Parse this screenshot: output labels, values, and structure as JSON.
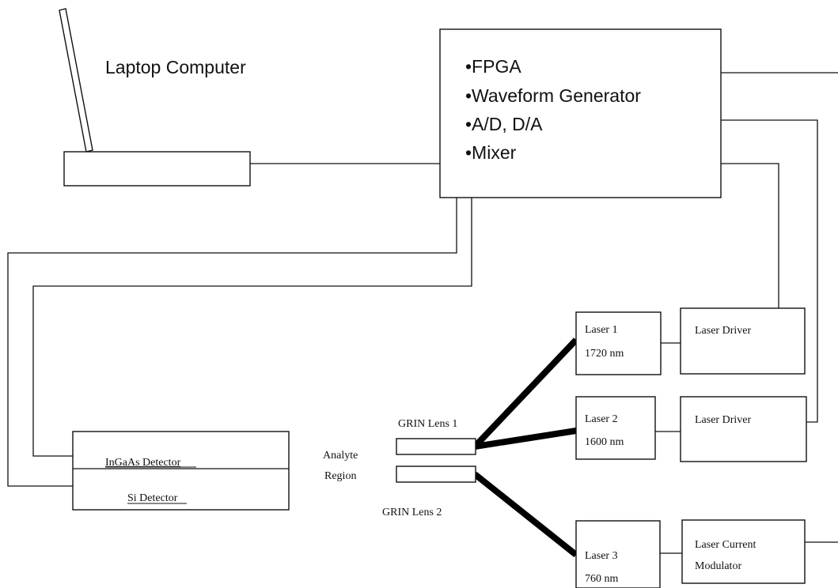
{
  "laptop": {
    "label": "Laptop Computer"
  },
  "controller": {
    "items": [
      "•FPGA",
      "•Waveform Generator",
      "•A/D, D/A",
      "•Mixer"
    ]
  },
  "detectors": {
    "ingaas": "InGaAs Detector",
    "si": "Si Detector"
  },
  "analyte": {
    "line1": "Analyte",
    "line2": "Region"
  },
  "grin": {
    "lens1": "GRIN Lens 1",
    "lens2": "GRIN Lens 2"
  },
  "lasers": [
    {
      "name": "Laser 1",
      "wavelength": "1720 nm"
    },
    {
      "name": "Laser 2",
      "wavelength": "1600 nm"
    },
    {
      "name": "Laser 3",
      "wavelength": "760 nm"
    }
  ],
  "drivers": {
    "driver1": "Laser Driver",
    "driver2": "Laser Driver",
    "modulator_line1": "Laser Current",
    "modulator_line2": "Modulator"
  }
}
